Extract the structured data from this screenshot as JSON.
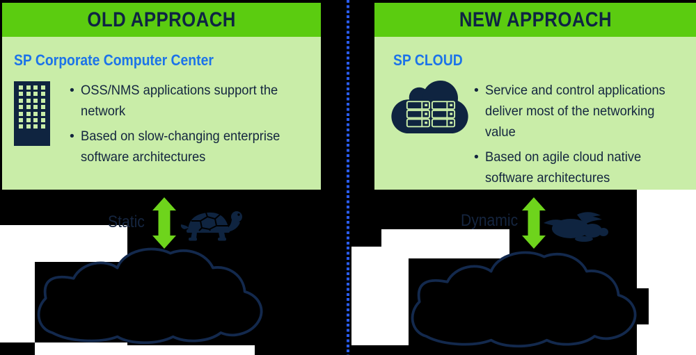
{
  "glyphs": {
    "bullet": "•"
  },
  "left_panel": {
    "header": "OLD APPROACH",
    "subtitle": "SP Corporate Computer Center",
    "icon": "building-icon",
    "bullets": [
      {
        "lines": [
          "OSS/NMS applications support the",
          "network"
        ]
      },
      {
        "lines": [
          "Based on slow-changing enterprise",
          "software architectures"
        ]
      }
    ]
  },
  "right_panel": {
    "header": "NEW APPROACH",
    "subtitle": "SP CLOUD",
    "icon": "cloud-servers-icon",
    "bullets": [
      {
        "lines": [
          "Service and control applications",
          "deliver most of the networking",
          "value"
        ]
      },
      {
        "lines": [
          "Based on agile cloud native",
          "software architectures"
        ]
      }
    ]
  },
  "bottom": {
    "left_label": "Static",
    "right_label": "Dynamic",
    "left_animal": "turtle-icon",
    "right_animal": "rabbit-icon",
    "left_arrow": "double-arrow-icon",
    "right_arrow": "double-arrow-icon"
  },
  "colors": {
    "header_green": "#5bcc10",
    "body_green": "#c9eda8",
    "navy": "#0e2443",
    "accent_blue": "#1c73e9",
    "divider_blue": "#2a5cf0",
    "arrow_green": "#6ed41c",
    "background": "#000000",
    "patch_white": "#ffffff"
  }
}
